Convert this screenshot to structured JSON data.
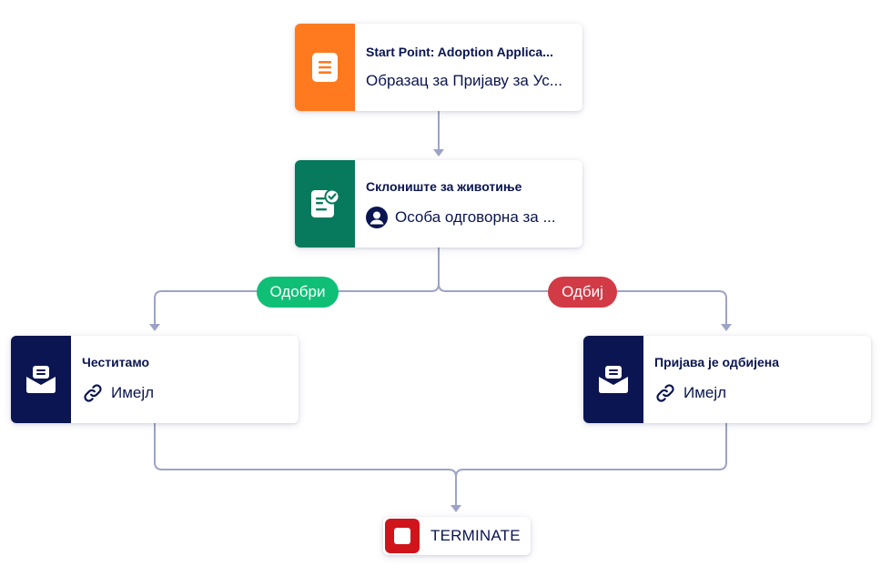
{
  "nodes": {
    "start": {
      "title": "Start Point: Adoption Applica...",
      "subtitle": "Образац за Пријаву за Ус...",
      "icon": "form-document-icon",
      "color": "#ff7a1f"
    },
    "shelter": {
      "title": "Склониште за животиње",
      "subtitle": "Особа одговорна за ...",
      "icon": "approval-task-icon",
      "subtitle_icon": "user-avatar-icon",
      "color": "#077a5d"
    },
    "congrats": {
      "title": "Честитамо",
      "subtitle": "Имејл",
      "icon": "email-icon",
      "subtitle_icon": "link-icon",
      "color": "#0a1551"
    },
    "rejected": {
      "title": "Пријава је одбијена",
      "subtitle": "Имејл",
      "icon": "email-icon",
      "subtitle_icon": "link-icon",
      "color": "#0a1551"
    }
  },
  "branches": {
    "approve": {
      "label": "Одобри",
      "color": "#0fbf76"
    },
    "reject": {
      "label": "Одбиј",
      "color": "#d23a46"
    }
  },
  "terminate": {
    "label": "TERMINATE",
    "color": "#d0141c"
  },
  "connector_color": "#9da3c7"
}
